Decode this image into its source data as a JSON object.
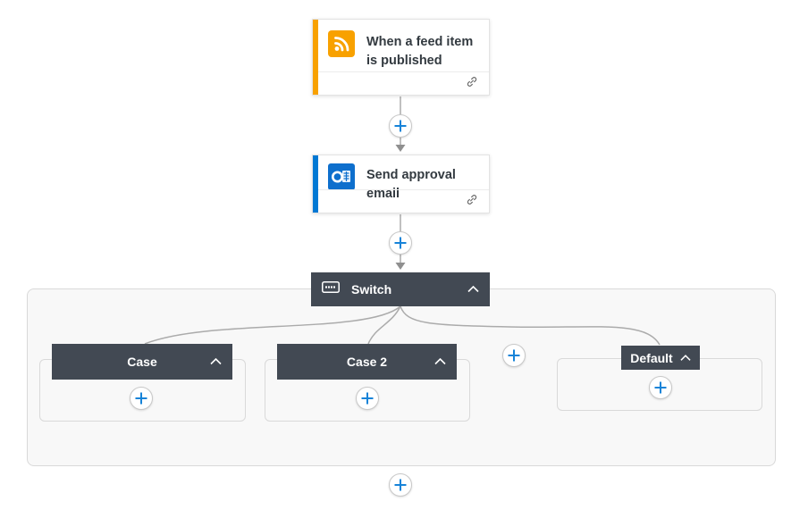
{
  "flow": {
    "trigger": {
      "title": "When a feed item is published",
      "icon": "rss-icon",
      "accent_color": "#F8A100",
      "footer_icon": "link-icon"
    },
    "action": {
      "title": "Send approval email",
      "icon": "outlook-icon",
      "accent_color": "#0078D4",
      "footer_icon": "link-icon"
    },
    "switch": {
      "label": "Switch",
      "icon": "switch-keypad-icon",
      "collapse_icon": "chevron-up-icon",
      "header_color": "#424953",
      "cases": [
        {
          "label": "Case",
          "collapse_icon": "chevron-up-icon"
        },
        {
          "label": "Case 2",
          "collapse_icon": "chevron-up-icon"
        }
      ],
      "default": {
        "label": "Default",
        "collapse_icon": "chevron-up-icon"
      }
    },
    "insert_buttons": {
      "icon": "plus-circle-icon",
      "plus_color": "#1683D8",
      "count": 7
    },
    "connector_color": "#ababab"
  }
}
